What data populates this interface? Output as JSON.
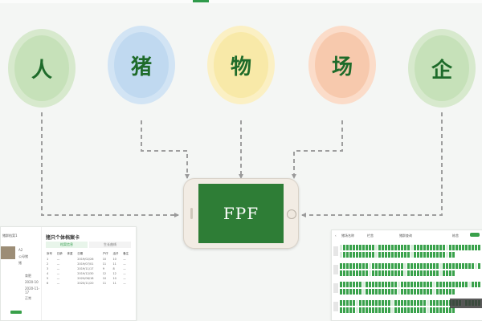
{
  "nodes": [
    {
      "label": "人",
      "ring": "#d7e9cd",
      "fill": "#c6e1b9"
    },
    {
      "label": "猪",
      "ring": "#d2e4f4",
      "fill": "#c0d9f0"
    },
    {
      "label": "物",
      "ring": "#fbf0c4",
      "fill": "#f8e9a8"
    },
    {
      "label": "场",
      "ring": "#fbdcc9",
      "fill": "#f7c9ad"
    },
    {
      "label": "企",
      "ring": "#d7e9cd",
      "fill": "#c6e1b9"
    }
  ],
  "center": {
    "label": "FPF"
  },
  "left_panel": {
    "side_title": "猪群档案1",
    "side_lines": [
      "A2",
      "公母猪",
      "猪",
      "育肥",
      "2020-10",
      "2020-11-17",
      "正常"
    ],
    "title": "猪只个体档案卡",
    "tab_active": "档案信息",
    "tab_other": "生长曲线",
    "columns": [
      "序号",
      "日龄",
      "体重",
      "日期",
      "产仔",
      "活仔",
      "备注"
    ],
    "rows": [
      [
        "1",
        "—",
        "",
        "2019/02/26",
        "10",
        "10",
        "—"
      ],
      [
        "2",
        "—",
        "",
        "2019/07/01",
        "11",
        "11",
        "—"
      ],
      [
        "3",
        "—",
        "",
        "2019/11/17",
        "9",
        "8",
        "—"
      ],
      [
        "4",
        "—",
        "",
        "2019/12/30",
        "12",
        "12",
        "—"
      ],
      [
        "5",
        "—",
        "",
        "2020/06/18",
        "10",
        "10",
        "—"
      ],
      [
        "6",
        "—",
        "",
        "2020/11/20",
        "11",
        "11",
        "—"
      ]
    ]
  },
  "right_panel": {
    "header_left": "猪场名称",
    "header_mid": "栏舍",
    "header_title": "猪群查询",
    "header_right": "栋舍",
    "pen_rows": 4
  }
}
